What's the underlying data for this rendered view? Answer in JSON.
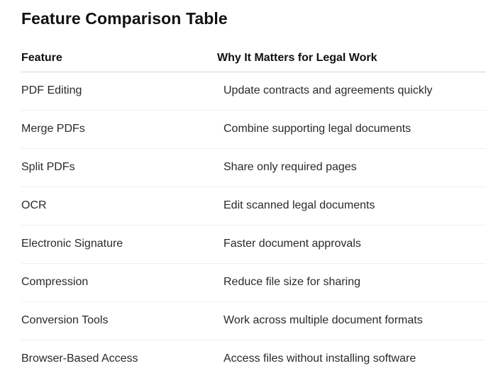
{
  "title": "Feature Comparison Table",
  "table": {
    "headers": [
      "Feature",
      "Why It Matters for Legal Work"
    ],
    "rows": [
      [
        "PDF Editing",
        "Update contracts and agreements quickly"
      ],
      [
        "Merge PDFs",
        "Combine supporting legal documents"
      ],
      [
        "Split PDFs",
        "Share only required pages"
      ],
      [
        "OCR",
        "Edit scanned legal documents"
      ],
      [
        "Electronic Signature",
        "Faster document approvals"
      ],
      [
        "Compression",
        "Reduce file size for sharing"
      ],
      [
        "Conversion Tools",
        "Work across multiple document formats"
      ],
      [
        "Browser-Based Access",
        "Access files without installing software"
      ]
    ]
  }
}
